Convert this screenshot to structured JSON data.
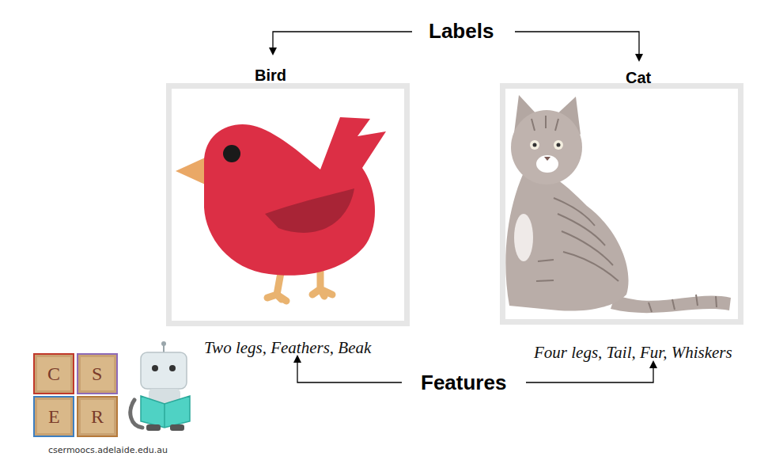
{
  "diagram": {
    "nodes": [
      {
        "text": [
          "Bird",
          "Two legs, Feathers, Beak"
        ]
      },
      {
        "text": [
          "Cat",
          "Four legs, Tail, Fur, Whiskers"
        ]
      },
      {
        "text": [
          "C"
        ]
      },
      {
        "text": [
          "S"
        ]
      },
      {
        "text": [
          "E"
        ]
      },
      {
        "text": [
          "R"
        ]
      }
    ],
    "labels": [
      "Labels",
      "Features",
      "csermoocs.adelaide.edu.au"
    ]
  }
}
